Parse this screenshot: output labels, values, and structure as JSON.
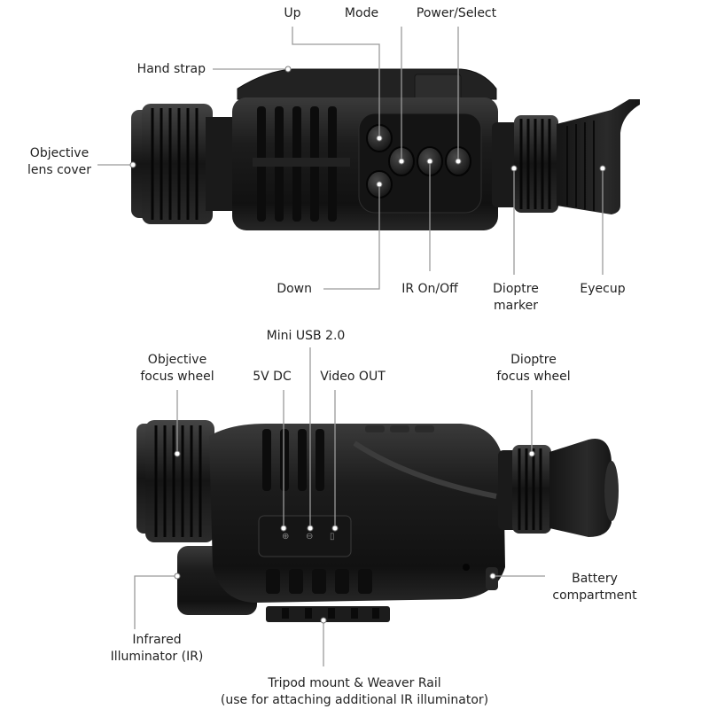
{
  "top_view": {
    "up": "Up",
    "mode": "Mode",
    "power_select": "Power/Select",
    "hand_strap": "Hand strap",
    "objective_lens_cover": [
      "Objective",
      "lens cover"
    ],
    "down": "Down",
    "ir_on_off": "IR On/Off",
    "dioptre_marker": [
      "Dioptre",
      "marker"
    ],
    "eyecup": "Eyecup"
  },
  "side_view": {
    "mini_usb": "Mini USB 2.0",
    "objective_focus_wheel": [
      "Objective",
      "focus wheel"
    ],
    "dc_5v": "5V DC",
    "video_out": "Video OUT",
    "dioptre_focus_wheel": [
      "Dioptre",
      "focus wheel"
    ],
    "battery_compartment": [
      "Battery",
      "compartment"
    ],
    "infrared_illuminator": [
      "Infrared",
      "Illuminator (IR)"
    ],
    "tripod_mount": [
      "Tripod mount & Weaver Rail",
      "(use for attaching additional IR illuminator)"
    ]
  },
  "colors": {
    "body": "#1b1b1b",
    "rubber": "#0d0d0d",
    "highlight": "#3a3a3a",
    "leader": "#9a9a9a"
  }
}
